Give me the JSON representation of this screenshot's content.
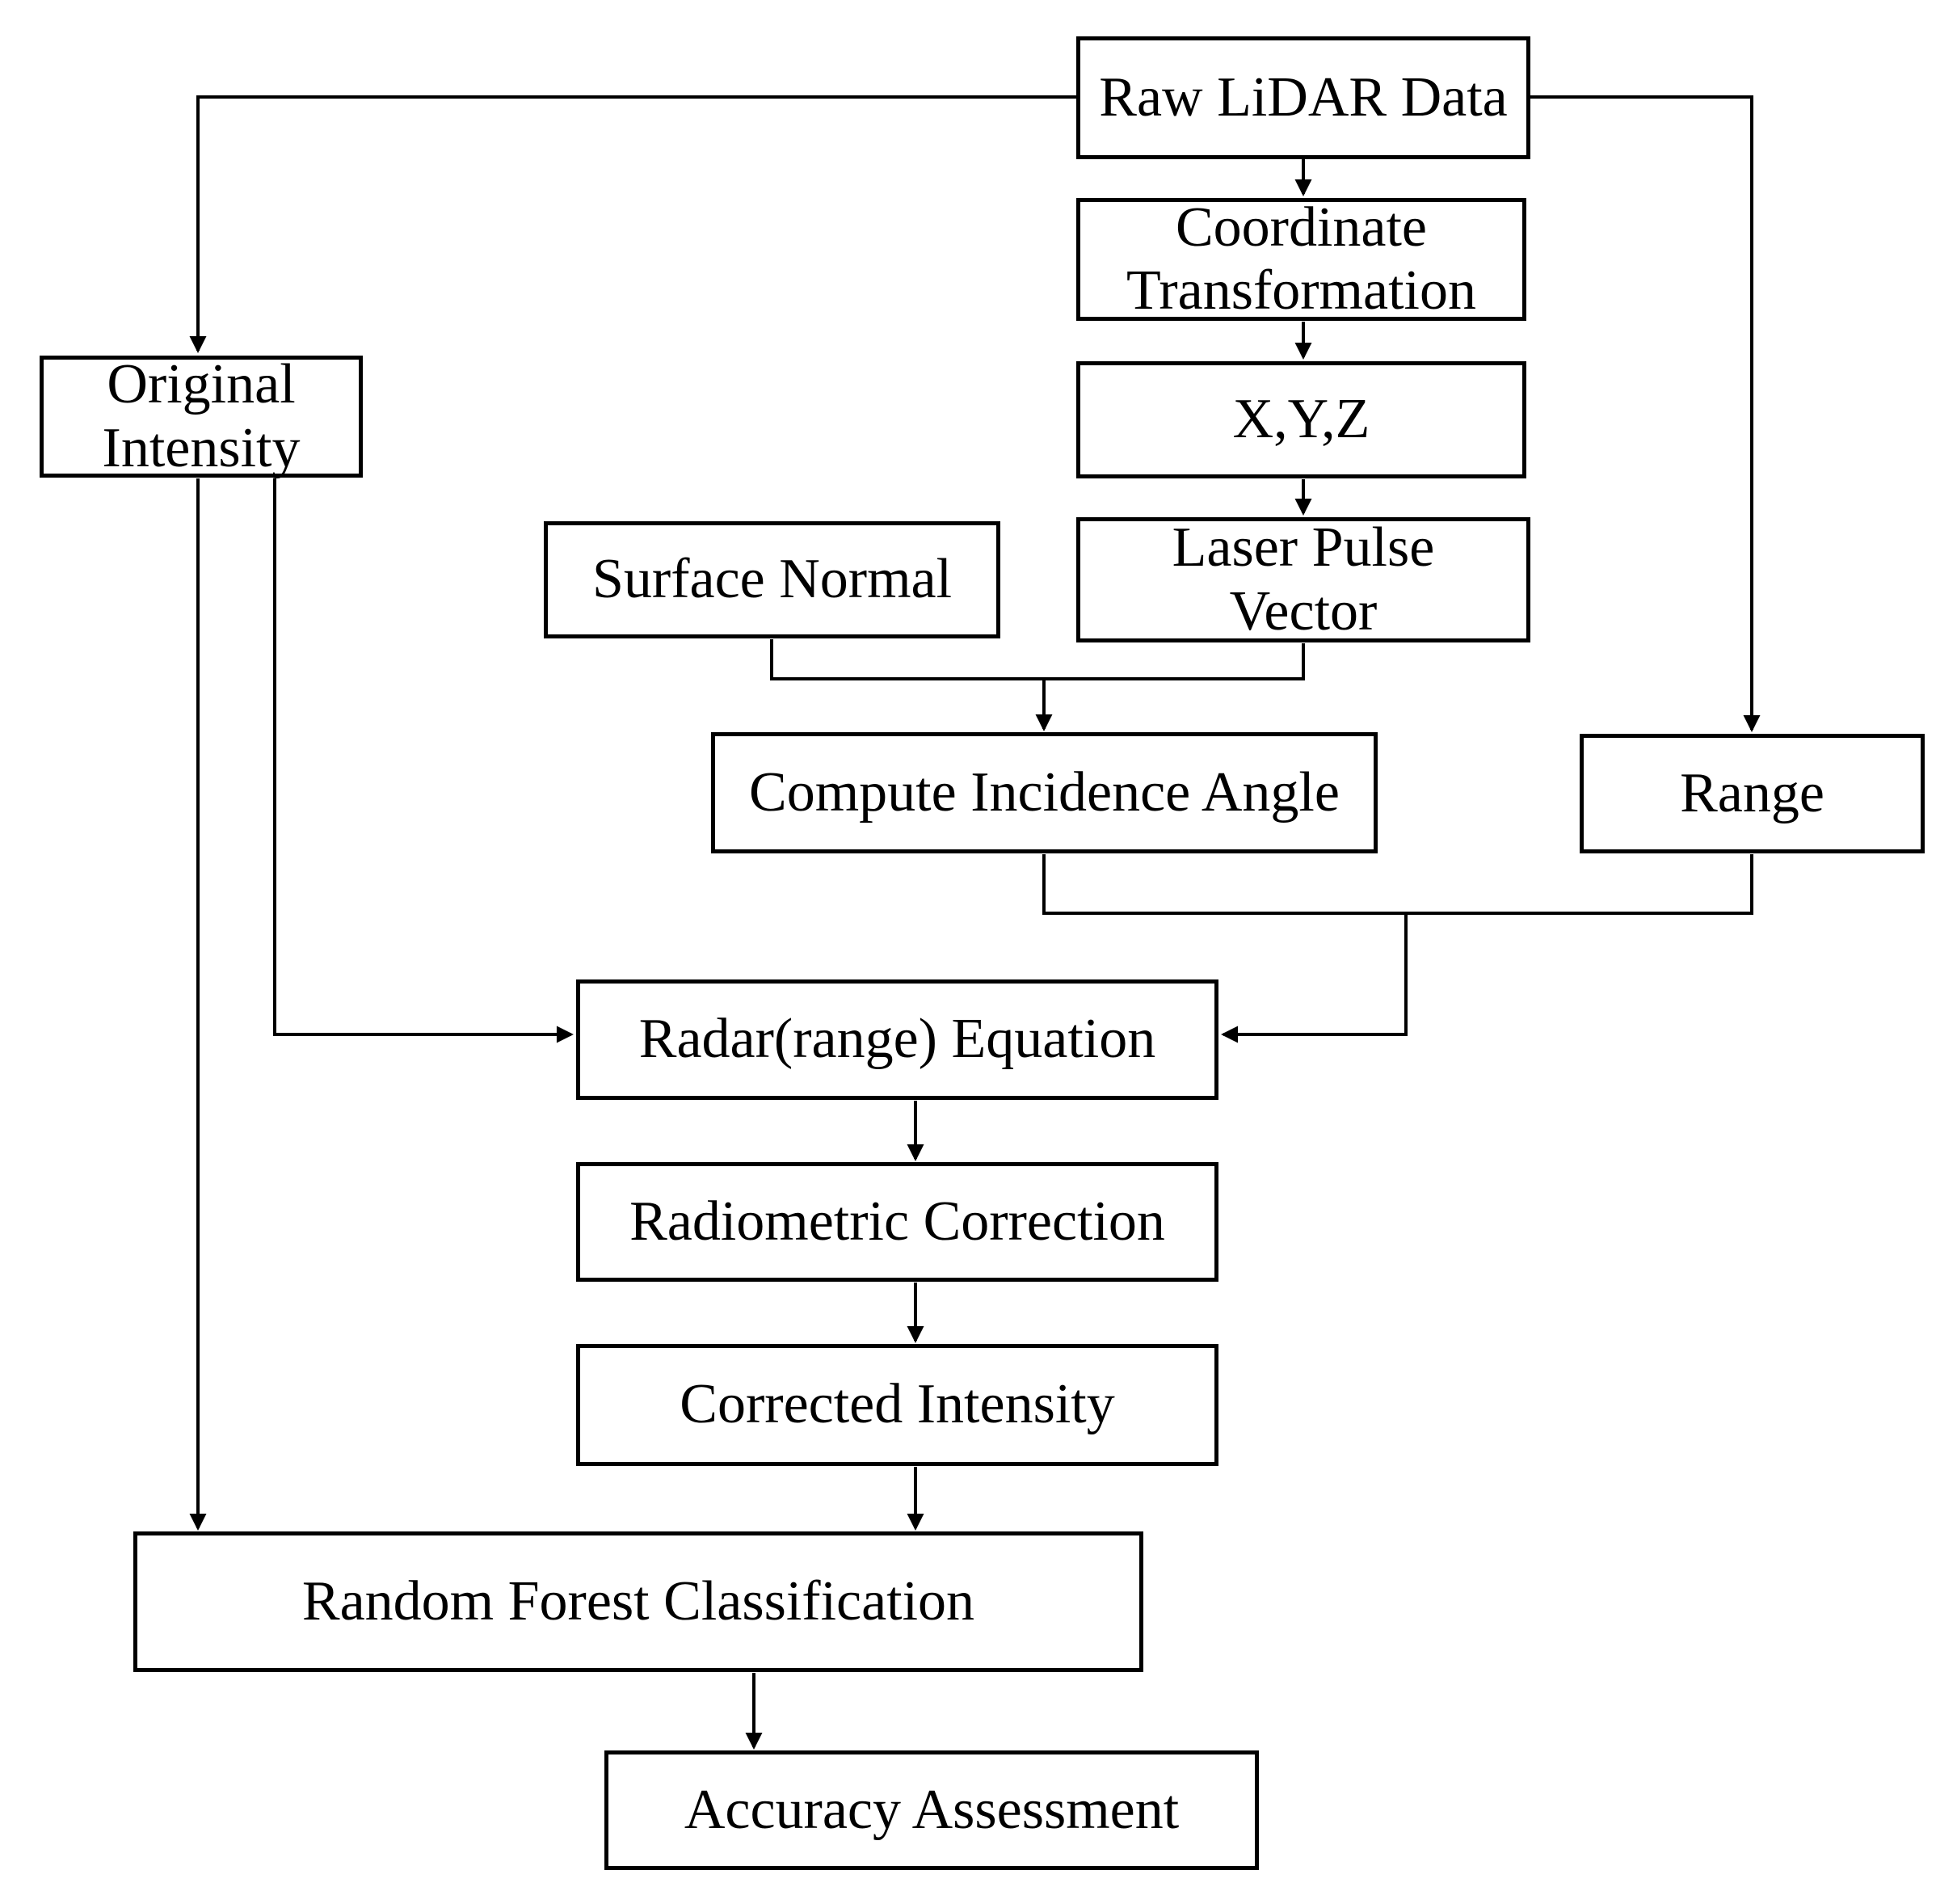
{
  "diagram": {
    "type": "flowchart",
    "background_color": "#ffffff",
    "line_color": "#000000",
    "box_fill_color": "#ffffff",
    "text_color": "#000000",
    "nodes": {
      "raw_lidar": {
        "label": "Raw LiDAR Data"
      },
      "coordinate_transformation": {
        "line1": "Coordinate",
        "line2": "Transformation"
      },
      "xyz": {
        "label": "X,Y,Z"
      },
      "laser_pulse_vector": {
        "line1": "Laser Pulse",
        "line2": "Vector"
      },
      "surface_normal": {
        "label": "Surface Normal"
      },
      "original_intensity": {
        "line1": "Original",
        "line2": "Intensity"
      },
      "compute_incidence_angle": {
        "label": "Compute Incidence Angle"
      },
      "range": {
        "label": "Range"
      },
      "radar_equation": {
        "label": "Radar(range) Equation"
      },
      "radiometric_correction": {
        "label": "Radiometric Correction"
      },
      "corrected_intensity": {
        "label": "Corrected Intensity"
      },
      "random_forest_classification": {
        "label": "Random Forest Classification"
      },
      "accuracy_assessment": {
        "label": "Accuracy Assessment"
      }
    },
    "edges": [
      {
        "from": "raw_lidar",
        "to": "coordinate_transformation"
      },
      {
        "from": "raw_lidar",
        "to": "original_intensity"
      },
      {
        "from": "raw_lidar",
        "to": "range"
      },
      {
        "from": "coordinate_transformation",
        "to": "xyz"
      },
      {
        "from": "xyz",
        "to": "laser_pulse_vector"
      },
      {
        "from": "surface_normal",
        "to": "compute_incidence_angle"
      },
      {
        "from": "laser_pulse_vector",
        "to": "compute_incidence_angle"
      },
      {
        "from": "compute_incidence_angle",
        "to": "radar_equation"
      },
      {
        "from": "range",
        "to": "radar_equation"
      },
      {
        "from": "original_intensity",
        "to": "radar_equation"
      },
      {
        "from": "original_intensity",
        "to": "random_forest_classification"
      },
      {
        "from": "radar_equation",
        "to": "radiometric_correction"
      },
      {
        "from": "radiometric_correction",
        "to": "corrected_intensity"
      },
      {
        "from": "corrected_intensity",
        "to": "random_forest_classification"
      },
      {
        "from": "random_forest_classification",
        "to": "accuracy_assessment"
      }
    ]
  }
}
